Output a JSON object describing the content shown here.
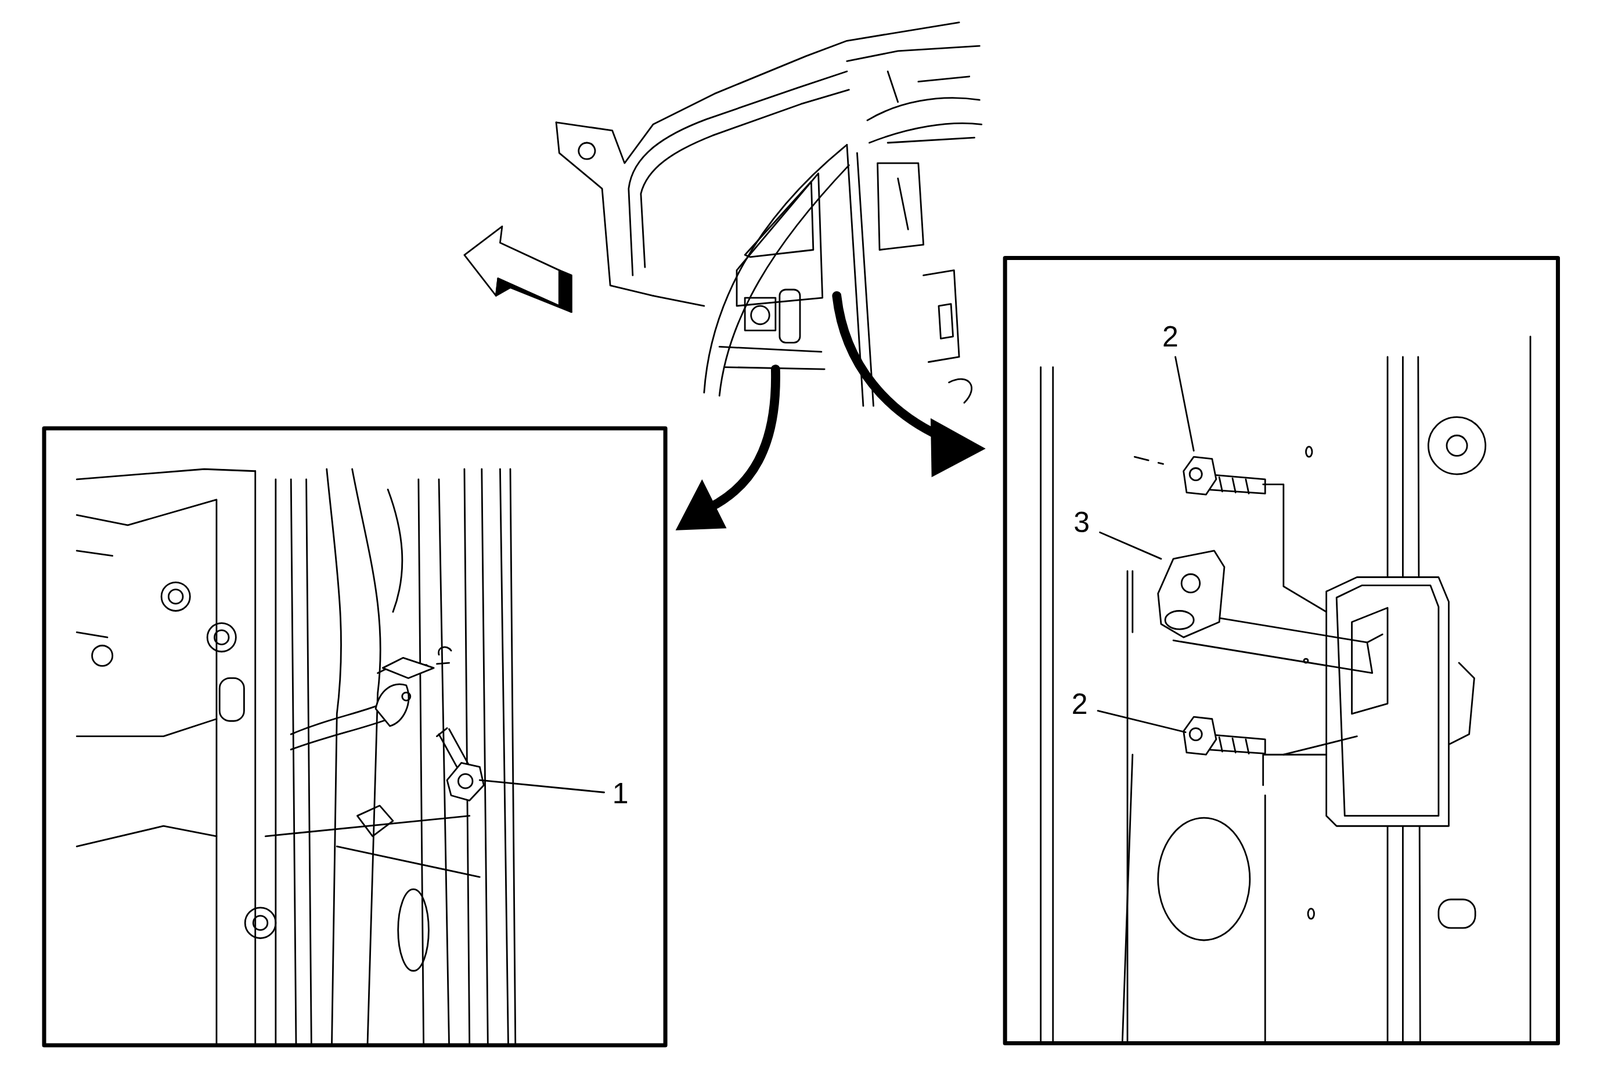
{
  "diagram": {
    "labels": [
      "2",
      "3",
      "2",
      "1"
    ]
  }
}
